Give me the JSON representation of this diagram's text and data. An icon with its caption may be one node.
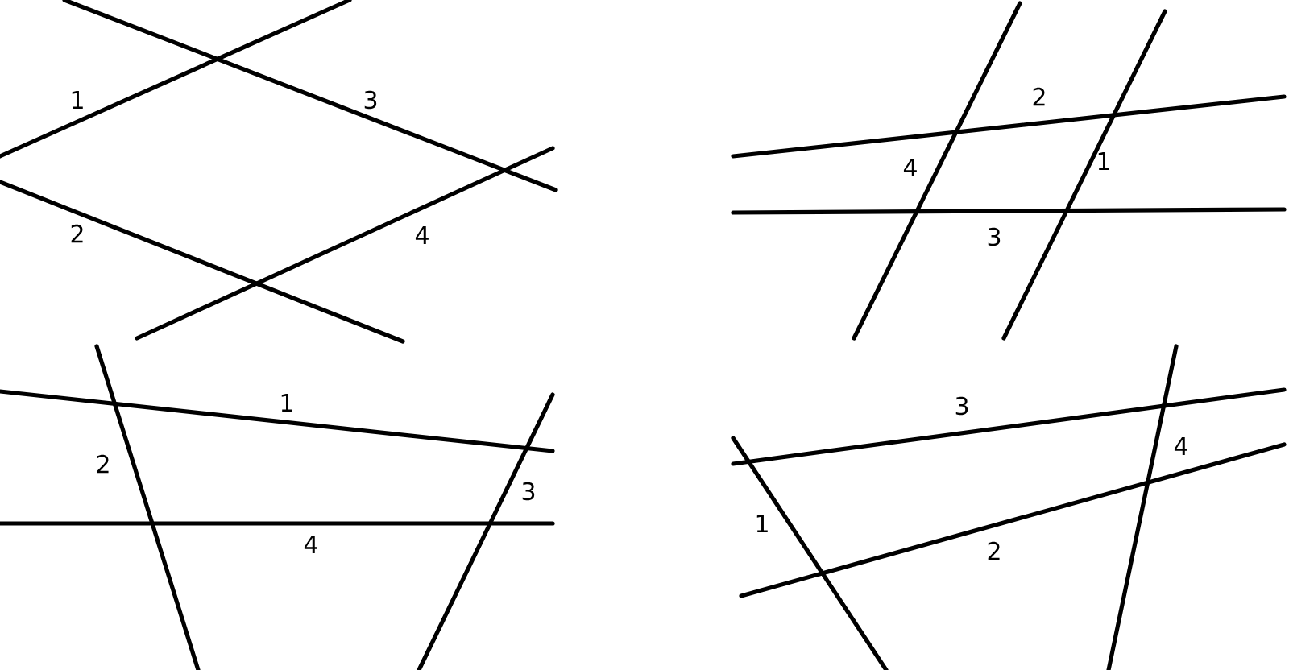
{
  "diagram": {
    "labels": [
      "1",
      "3",
      "2",
      "4",
      "2",
      "4",
      "1",
      "3",
      "1",
      "2",
      "3",
      "4",
      "3",
      "4",
      "1",
      "2"
    ]
  }
}
